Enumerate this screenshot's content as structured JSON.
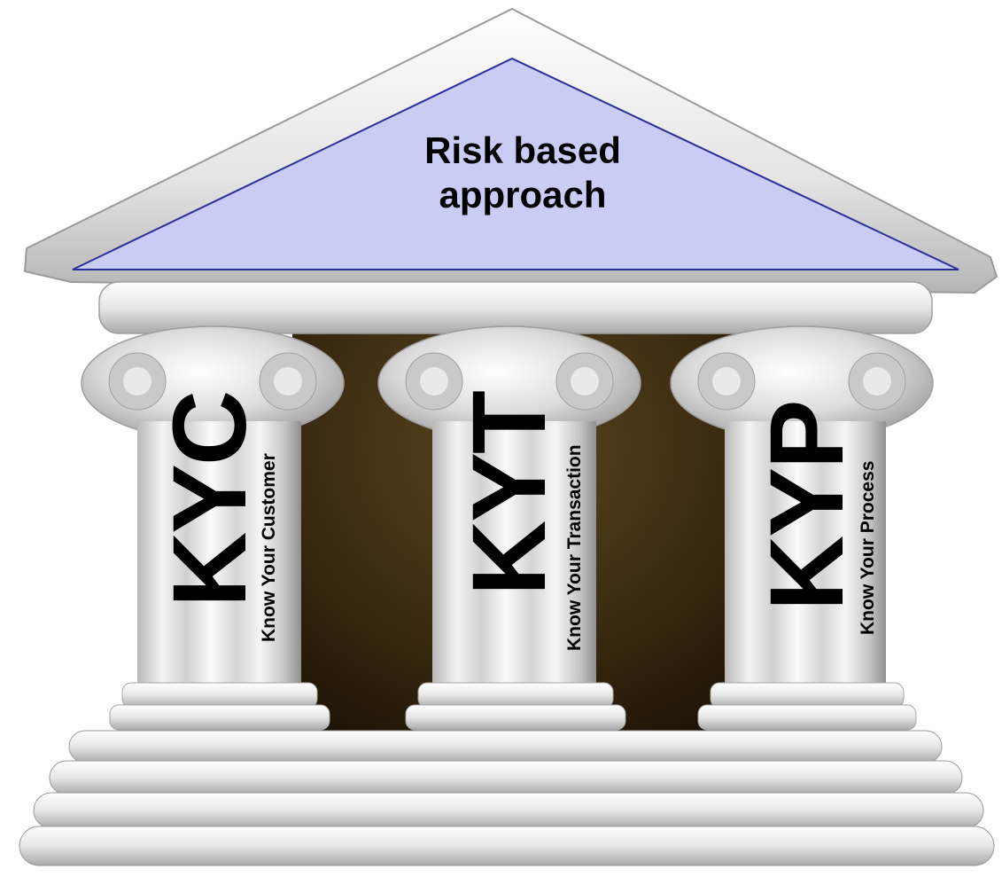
{
  "roof": {
    "line1": "Risk based",
    "line2": "approach",
    "fill_color": "#c9cdf5",
    "stroke_color": "#2a2f9a"
  },
  "pillars": [
    {
      "abbr": "KYC",
      "full": "Know Your Customer"
    },
    {
      "abbr": "KYT",
      "full": "Know Your Transaction"
    },
    {
      "abbr": "KYP",
      "full": "Know Your Process"
    }
  ],
  "colors": {
    "stone": "#e8e8e8",
    "shadow": "#9a9a9a",
    "interior": "#2b1a08"
  }
}
